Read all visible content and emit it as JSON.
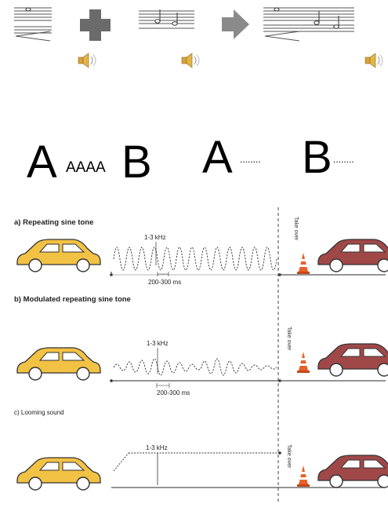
{
  "notation": {
    "operator_icon": "plus-icon",
    "transition_icon": "arrow-right-icon",
    "audio_icon": "speaker-icon"
  },
  "sequence": {
    "a_big": "A",
    "a_small": "AAAA",
    "b_big": "B",
    "a_big_2": "A",
    "b_big_2": "B",
    "dots": "........"
  },
  "panels": {
    "a": {
      "title": "a) Repeating sine tone",
      "freq": "1-3 kHz",
      "interval": "200-300 ms",
      "tag": "Take over"
    },
    "b": {
      "title": "b) Modulated repeating sine tone",
      "freq": "1-3 kHz",
      "interval": "200-300 ms",
      "tag": "Take over"
    },
    "c": {
      "title": "c) Looming sound",
      "freq": "1-3 kHz",
      "tag": "Take over"
    }
  },
  "colors": {
    "own_car": "#f2c245",
    "lead_car": "#a04848",
    "cone": "#e8602a",
    "arrow": "#8a8a8a",
    "icon_gray": "#6b6b6b"
  }
}
